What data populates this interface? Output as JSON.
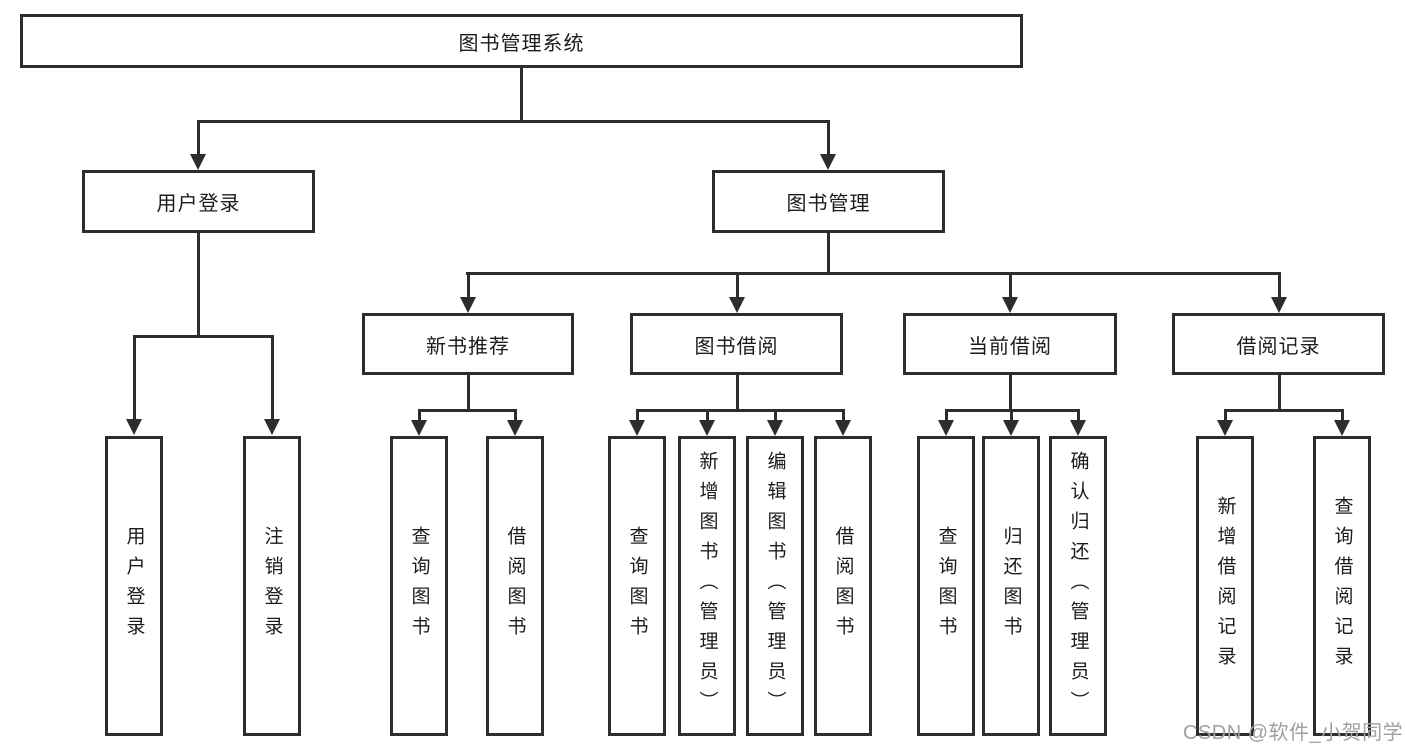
{
  "page": {
    "background": "#ffffff",
    "watermark": "CSDN @软件_小贺同学"
  },
  "colors": {
    "line": "#2d2d2d",
    "text": "#1c1c1c",
    "watermark": "#a0a0a0"
  },
  "tree": {
    "root": {
      "label": "图书管理系统",
      "children": [
        {
          "label": "用户登录",
          "children": [
            {
              "label": "用户登录"
            },
            {
              "label": "注销登录"
            }
          ]
        },
        {
          "label": "图书管理",
          "children": [
            {
              "label": "新书推荐",
              "children": [
                {
                  "label": "查询图书"
                },
                {
                  "label": "借阅图书"
                }
              ]
            },
            {
              "label": "图书借阅",
              "children": [
                {
                  "label": "查询图书"
                },
                {
                  "label": "新增图书（管理员）"
                },
                {
                  "label": "编辑图书（管理员）"
                },
                {
                  "label": "借阅图书"
                }
              ]
            },
            {
              "label": "当前借阅",
              "children": [
                {
                  "label": "查询图书"
                },
                {
                  "label": "归还图书"
                },
                {
                  "label": "确认归还（管理员）"
                }
              ]
            },
            {
              "label": "借阅记录",
              "children": [
                {
                  "label": "新增借阅记录"
                },
                {
                  "label": "查询借阅记录"
                }
              ]
            }
          ]
        }
      ]
    }
  }
}
